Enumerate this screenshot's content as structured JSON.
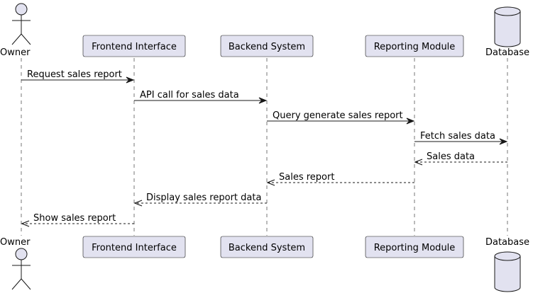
{
  "diagram": {
    "participants": [
      {
        "id": "owner",
        "label": "Owner",
        "kind": "actor",
        "color": "#E2E2F0"
      },
      {
        "id": "frontend",
        "label": "Frontend Interface",
        "kind": "participant",
        "color": "#E2E2F0"
      },
      {
        "id": "backend",
        "label": "Backend System",
        "kind": "participant",
        "color": "#E2E2F0"
      },
      {
        "id": "reporting",
        "label": "Reporting Module",
        "kind": "participant",
        "color": "#E2E2F0"
      },
      {
        "id": "database",
        "label": "Database",
        "kind": "database",
        "color": "#E2E2F0"
      }
    ],
    "messages": [
      {
        "from": "owner",
        "to": "frontend",
        "label": "Request sales report",
        "style": "solid"
      },
      {
        "from": "frontend",
        "to": "backend",
        "label": "API call for sales data",
        "style": "solid"
      },
      {
        "from": "backend",
        "to": "reporting",
        "label": "Query generate sales report",
        "style": "solid"
      },
      {
        "from": "reporting",
        "to": "database",
        "label": "Fetch sales data",
        "style": "solid"
      },
      {
        "from": "database",
        "to": "reporting",
        "label": "Sales data",
        "style": "dashed"
      },
      {
        "from": "reporting",
        "to": "backend",
        "label": "Sales report",
        "style": "dashed"
      },
      {
        "from": "backend",
        "to": "frontend",
        "label": "Display sales report data",
        "style": "dashed"
      },
      {
        "from": "frontend",
        "to": "owner",
        "label": "Show sales report",
        "style": "dashed"
      }
    ]
  }
}
